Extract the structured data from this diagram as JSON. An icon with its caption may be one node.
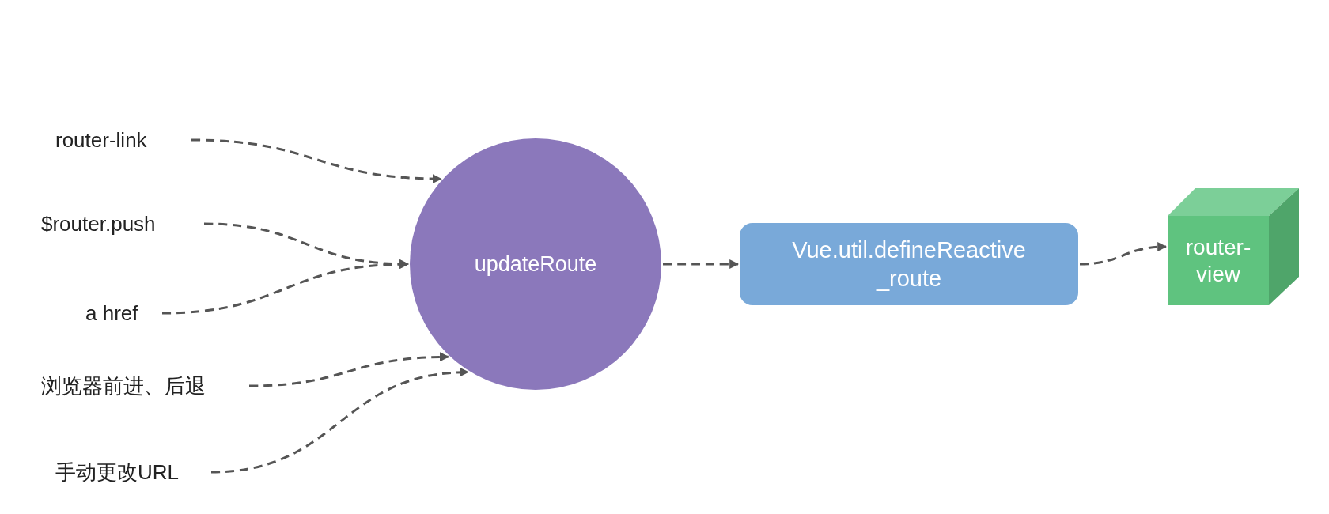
{
  "diagram": {
    "nodes": [
      {
        "text": [
          "router-link"
        ]
      },
      {
        "text": [
          "$router.push"
        ]
      },
      {
        "text": [
          "a href"
        ]
      },
      {
        "text": [
          "浏览器前进、后退"
        ]
      },
      {
        "text": [
          "手动更改URL"
        ]
      },
      {
        "text": [
          "updateRoute"
        ]
      },
      {
        "text": [
          "Vue.util.defineReactive _route"
        ]
      },
      {
        "text": [
          "router-view"
        ]
      }
    ],
    "edges": [
      {
        "from": 0,
        "to": 5,
        "arrow": "to",
        "style": "dashed"
      },
      {
        "from": 1,
        "to": 5,
        "arrow": "to",
        "style": "dashed"
      },
      {
        "from": 2,
        "to": 5,
        "arrow": "to",
        "style": "dashed"
      },
      {
        "from": 3,
        "to": 5,
        "arrow": "to",
        "style": "dashed"
      },
      {
        "from": 4,
        "to": 5,
        "arrow": "to",
        "style": "dashed"
      },
      {
        "from": 5,
        "to": 6,
        "arrow": "to",
        "style": "dashed"
      },
      {
        "from": 6,
        "to": 7,
        "arrow": "to",
        "style": "dashed"
      }
    ]
  }
}
